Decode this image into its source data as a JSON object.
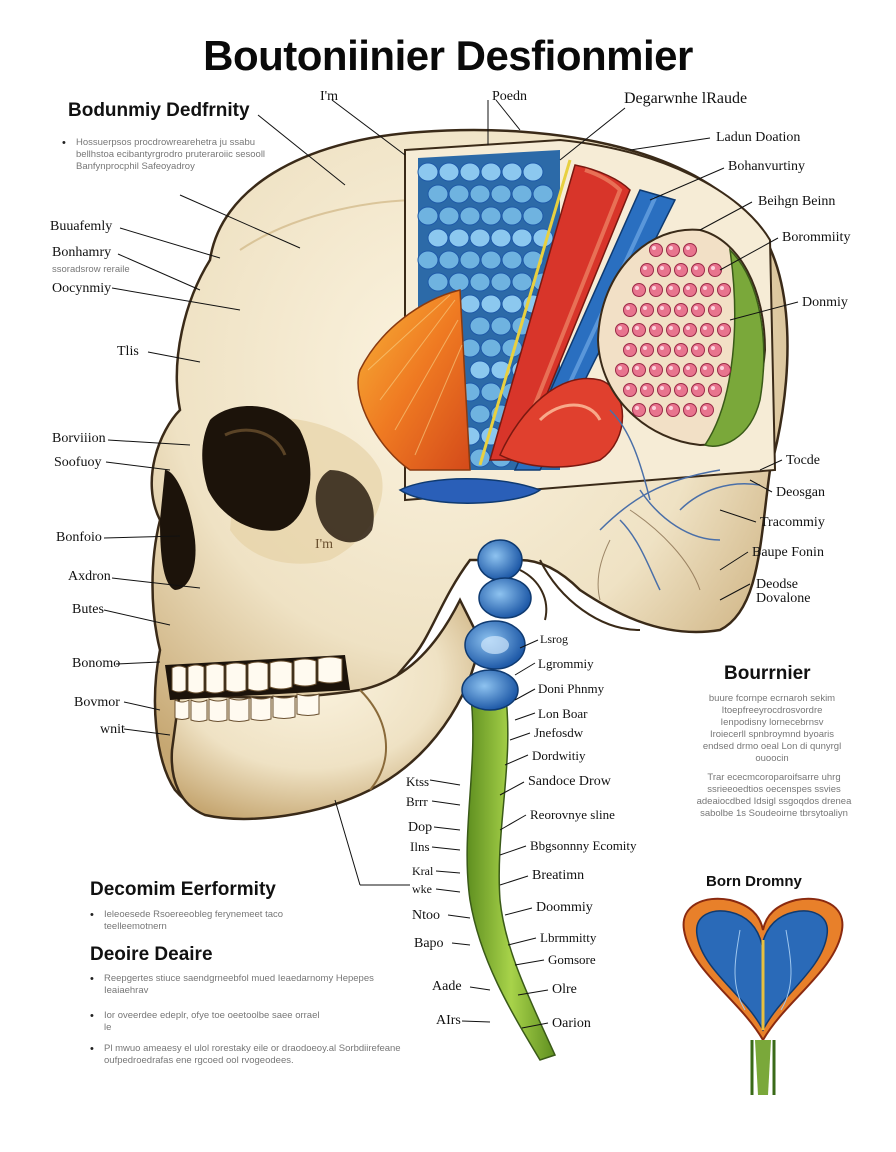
{
  "title": "Boutoniinier Desfionmier",
  "colors": {
    "skull": "#efe2c4",
    "skull_shadow": "#b89a66",
    "bone_dark": "#3a2a18",
    "brain_blue": "#6fb3e0",
    "muscle_orange": "#ef8a2a",
    "artery_red": "#d83a2a",
    "vein_blue": "#2a6fc0",
    "spine_green": "#8fbf3a",
    "vertebra_blue": "#3a78c8",
    "pink_cells": "#e8748e",
    "leaf_green": "#7aa83a"
  },
  "top_left_panel": {
    "heading": "Bodunmiy Dedfrnity",
    "bullet_text": "Hossuerpsos procdrowrearehetra ju ssabu bellhstoa ecibantyrgrodro pruteraroiic sesooll Banfynprocphil Safeoyadroy"
  },
  "left_labels": [
    "Buuafemly",
    "Bonhamry",
    "Oocynmiy",
    "Tlis",
    "Borviiion",
    "Soofuoy",
    "Bonfoio",
    "Axdron",
    "Butes",
    "Bonomo",
    "Bovmor",
    "wnit"
  ],
  "left_sublabel": "ssoradsrow reraile",
  "top_labels": [
    "I'm",
    "Poedn",
    "Degarwnhe lRaude"
  ],
  "right_labels": [
    "Ladun Doation",
    "Bohanvurtiny",
    "Beihgn Beinn",
    "Borommiity",
    "Donmiy",
    "Tocde",
    "Deosgan",
    "Tracommiy",
    "Baupe Fonin",
    "Deodse",
    "Dovalone"
  ],
  "jaw_label": "I'm",
  "spine_right_labels": [
    "Lsrog",
    "Lgrommiy",
    "Doni Phnmy",
    "Lon Boar",
    "Jnefosdw",
    "Dordwitiy",
    "Sandoce Drow",
    "Reorovnye sline",
    "Bbgsonnny Ecomity",
    "Breatimn",
    "Doommiy",
    "Lbrmmitty",
    "Gomsore",
    "Olre",
    "Oarion"
  ],
  "spine_left_labels": [
    "Ktss",
    "Brrr",
    "Dop",
    "Ilns",
    "Kral",
    "wke",
    "Ntoo",
    "Bapo",
    "Aade",
    "AIrs"
  ],
  "right_panel": {
    "heading": "Bourrnier",
    "para1": "buure fcornpe ecrnaroh sekim Itoepfreeyrocdrosvordre Ienpodisny lornecebrnsv Iroiecerll spnbroymnd byoaris endsed drmo oeal Lon di qunyrgl ouoocin",
    "para2": "Trar ececmcoroparoifsarre uhrg ssrieeoedtios oecenspes ssvies adeaiocdbed Idsigl ssgoqdos drenea sabolbe 1s Soudeoirne tbrsytoaliyn"
  },
  "bottom_left": {
    "heading1": "Decomim Eerformity",
    "bullet1": "Ieleoesede Rsoereeobleg ferynemeet taco teelleemotnern",
    "heading2": "Deoire Deaire",
    "bullets": [
      "Reepgertes stiuce saendgrneebfol mued Ieaedarnomy Hepepes Ieaiaehrav",
      "Ior oveerdee edeplr, ofye toe oeetoolbe saee orrael le",
      "Pl mwuo ameaesy el ulol rorestaky eile or draodoeoy.al Sorbdiirefeane oufpedroedrafas ene rgcoed ool rvogeodees."
    ]
  },
  "heart_label": "Born Dromny"
}
